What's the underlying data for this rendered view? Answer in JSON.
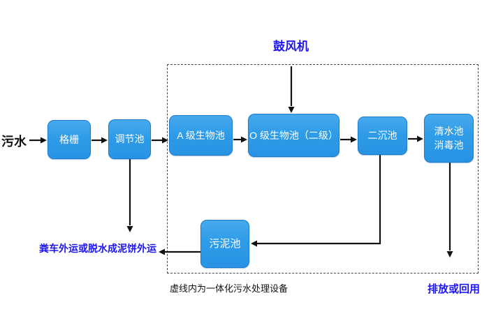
{
  "labels": {
    "source": "污水",
    "blower": "鼓风机",
    "sludge_out": "粪车外运或脱水成泥饼外运",
    "caption": "虚线内为一体化污水处理设备",
    "discharge": "排放或回用"
  },
  "boxes": {
    "grate": "格栅",
    "regulating": "调节池",
    "a_bio": "A 级生物池",
    "o_bio": "O 级生物池（二级）",
    "secondary_sed": "二沉池",
    "clearwater_line1": "清水池",
    "clearwater_line2": "消毒池",
    "sludge": "污泥池"
  },
  "colors": {
    "box_fill": "#2f9ce8",
    "box_border": "#1b7cd0",
    "box_text": "#ffffff",
    "accent_blue": "#1d16f1",
    "arrow": "#111111",
    "dashed_border": "#444444"
  }
}
